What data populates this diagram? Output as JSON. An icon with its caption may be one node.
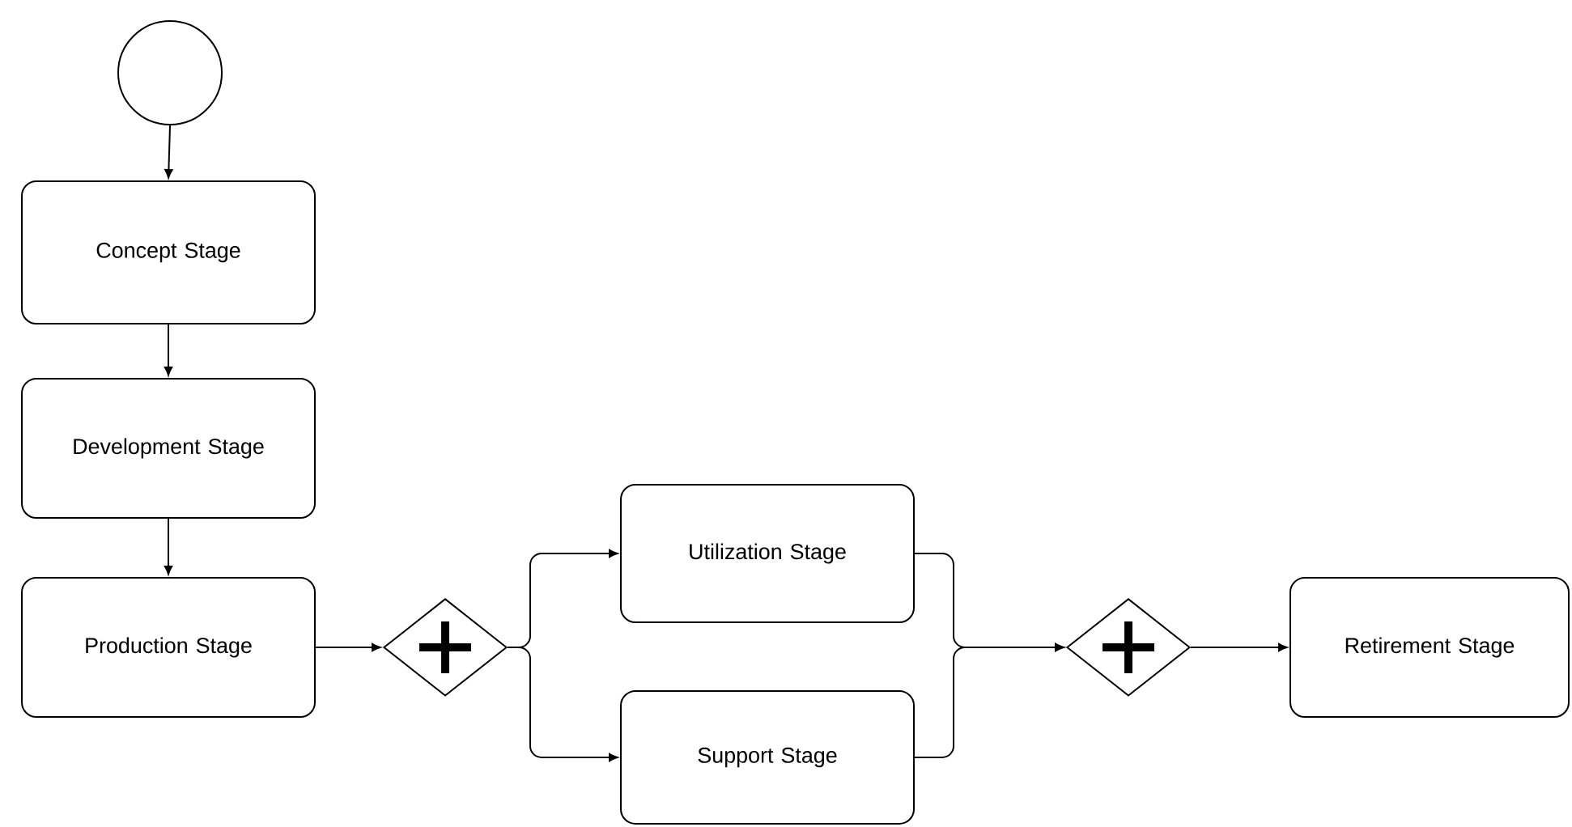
{
  "diagram": {
    "nodes": [
      {
        "text": [],
        "shape": "circle"
      },
      {
        "text": [
          "Concept Stage"
        ]
      },
      {
        "text": [
          "Development Stage"
        ]
      },
      {
        "text": [
          "Production Stage"
        ]
      },
      {
        "text": [],
        "shape": "diamond"
      },
      {
        "text": [
          "Utilization Stage"
        ]
      },
      {
        "text": [
          "Support Stage"
        ]
      },
      {
        "text": [],
        "shape": "diamond"
      },
      {
        "text": [
          "Retirement Stage"
        ]
      }
    ],
    "edges": [
      {
        "from": 0,
        "to": 1,
        "arrow": "to"
      },
      {
        "from": 1,
        "to": 2,
        "arrow": "to"
      },
      {
        "from": 2,
        "to": 3,
        "arrow": "to"
      },
      {
        "from": 3,
        "to": 4,
        "arrow": "to"
      },
      {
        "from": 4,
        "to": 5,
        "arrow": "to"
      },
      {
        "from": 4,
        "to": 6,
        "arrow": "to"
      },
      {
        "from": 5,
        "to": 7,
        "arrow": "to"
      },
      {
        "from": 6,
        "to": 7,
        "arrow": "to"
      },
      {
        "from": 7,
        "to": 8,
        "arrow": "to"
      }
    ]
  }
}
